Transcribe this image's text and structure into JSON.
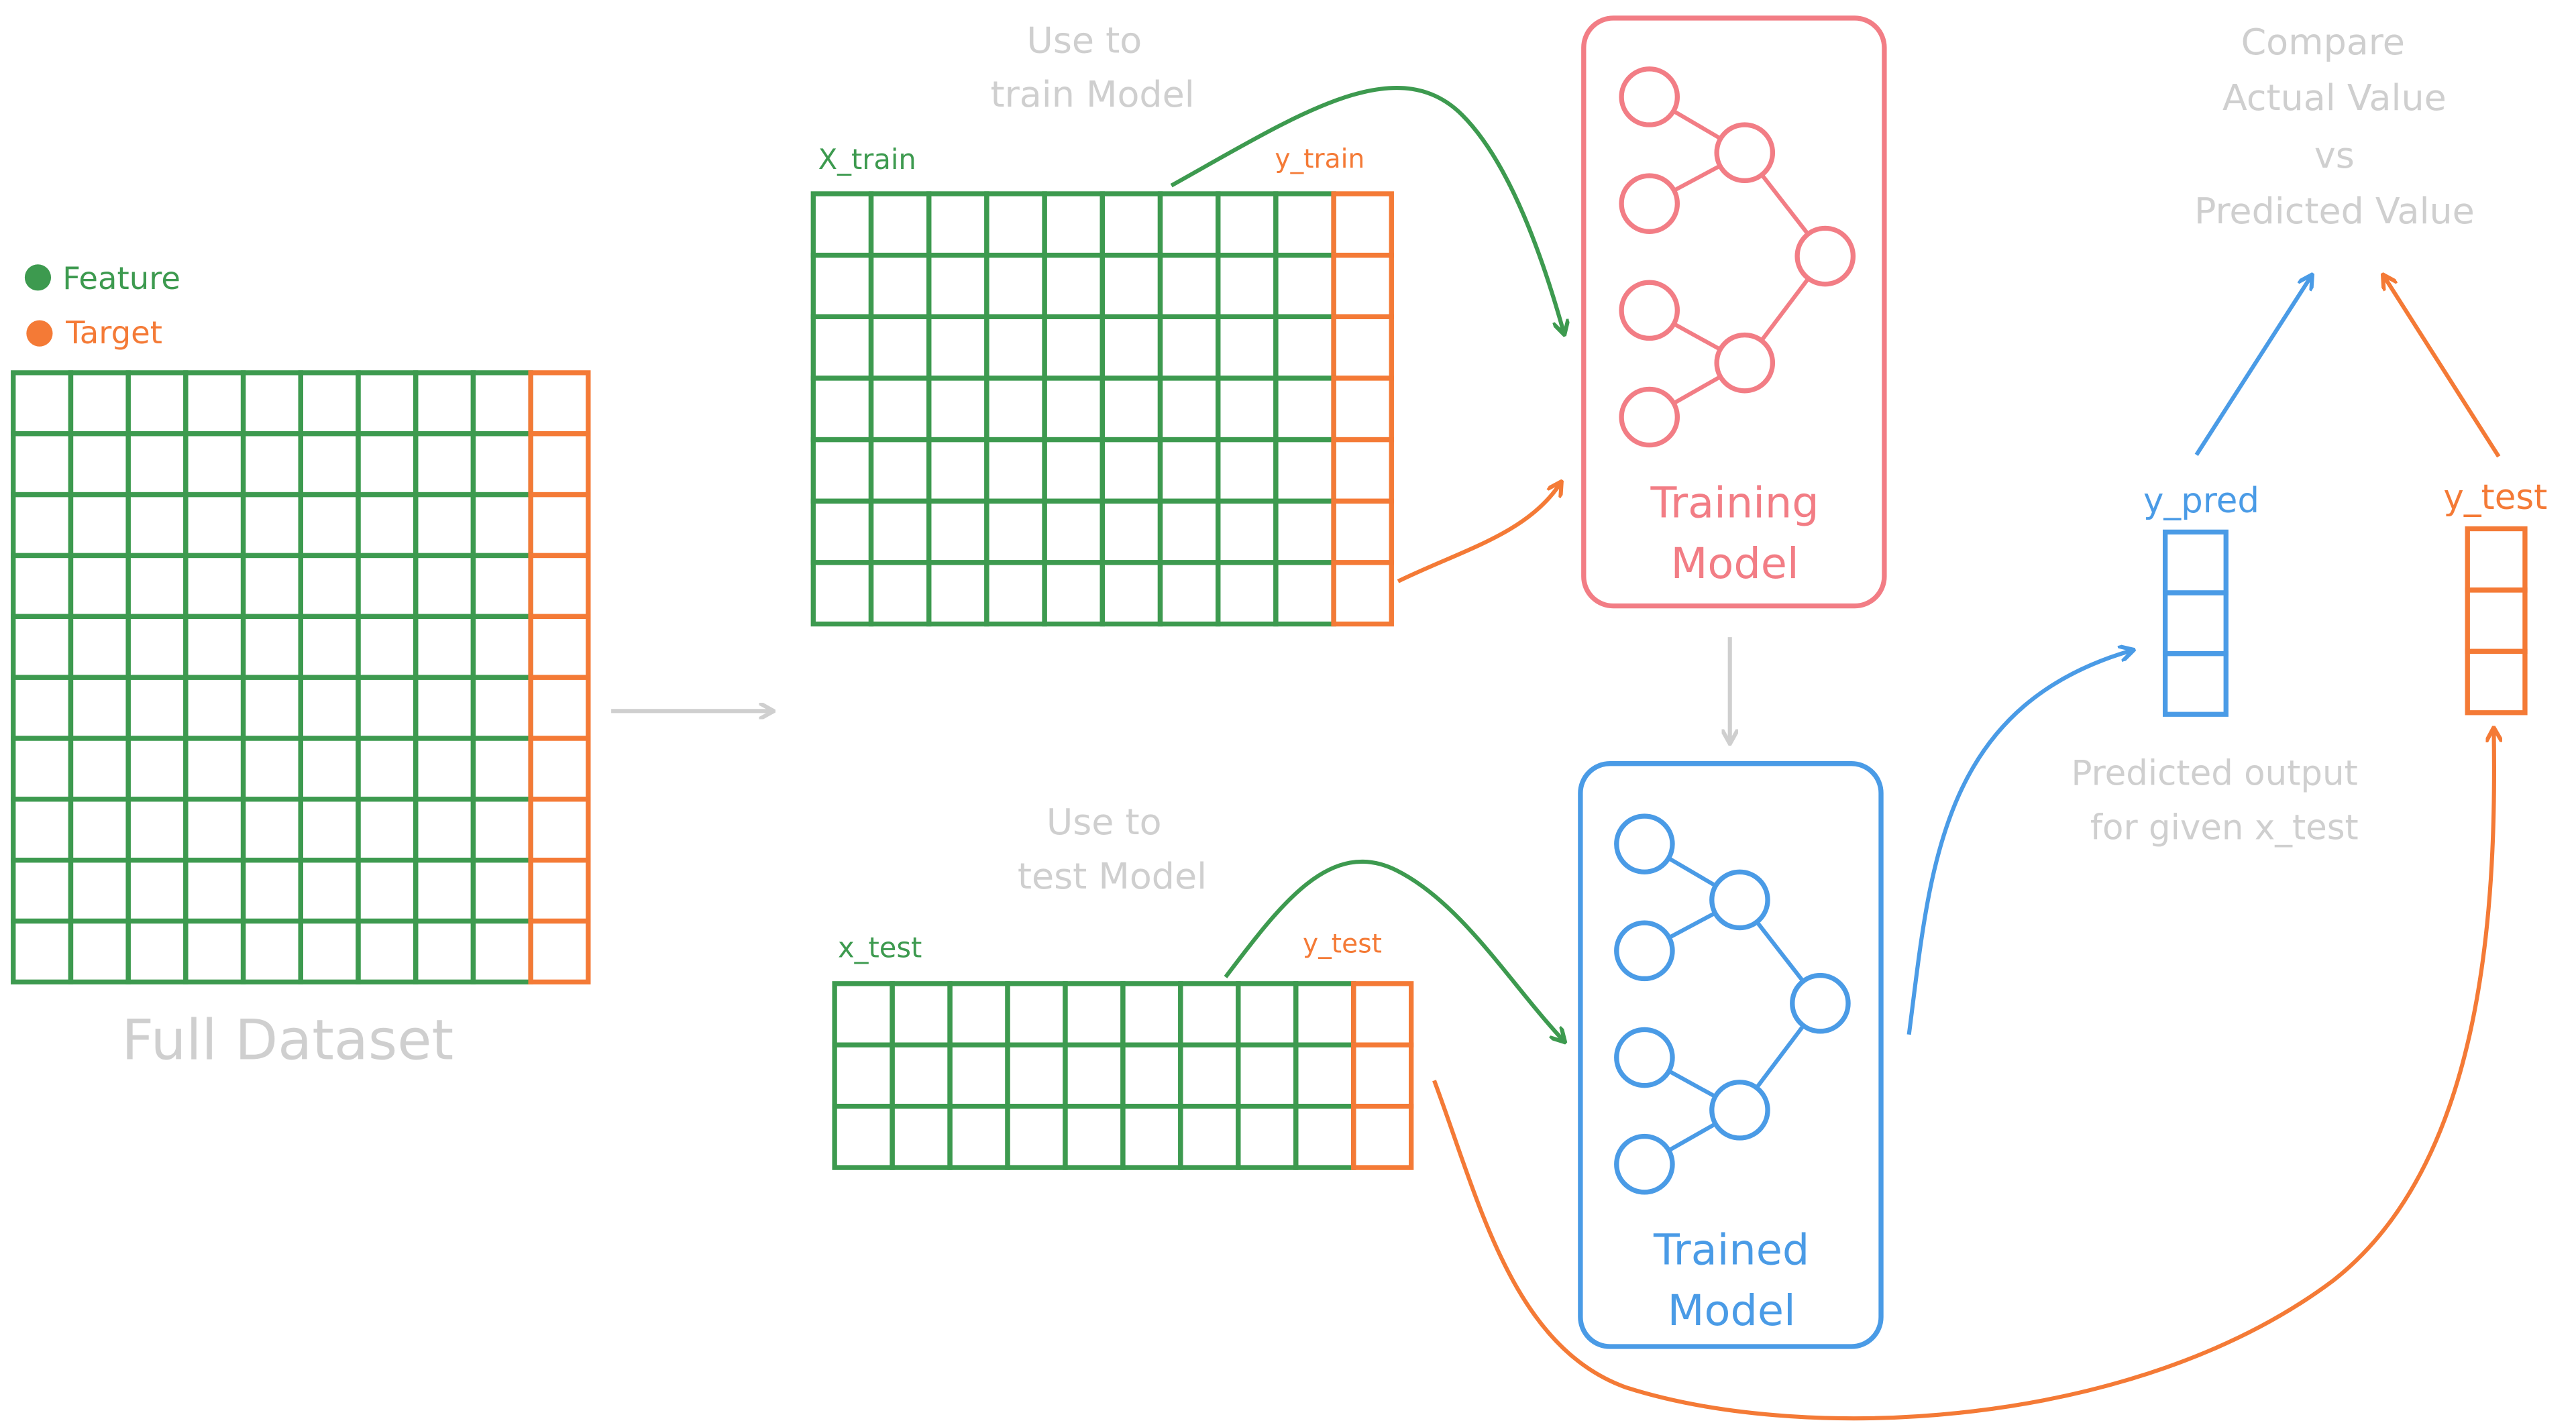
{
  "legend": {
    "feature": "Feature",
    "target": "Target"
  },
  "full_dataset": {
    "label": "Full Dataset"
  },
  "train": {
    "caption_line1": "Use to",
    "caption_line2": "train Model",
    "x_label": "X_train",
    "y_label": "y_train"
  },
  "test": {
    "caption_line1": "Use to",
    "caption_line2": "test Model",
    "x_label": "x_test",
    "y_label": "y_test"
  },
  "training_model": {
    "line1": "Training",
    "line2": "Model"
  },
  "trained_model": {
    "line1": "Trained",
    "line2": "Model"
  },
  "prediction": {
    "y_pred_label": "y_pred",
    "y_test_label": "y_test",
    "caption_line1": "Predicted output",
    "caption_line2": "for given x_test"
  },
  "compare": {
    "line1": "Compare",
    "line2": "Actual Value",
    "line3": "vs",
    "line4": "Predicted Value"
  },
  "colors": {
    "feature": "#3d9a4f",
    "target": "#f47a36",
    "training": "#f27d85",
    "trained": "#4a9be6",
    "annotation": "#cfcfcf"
  }
}
